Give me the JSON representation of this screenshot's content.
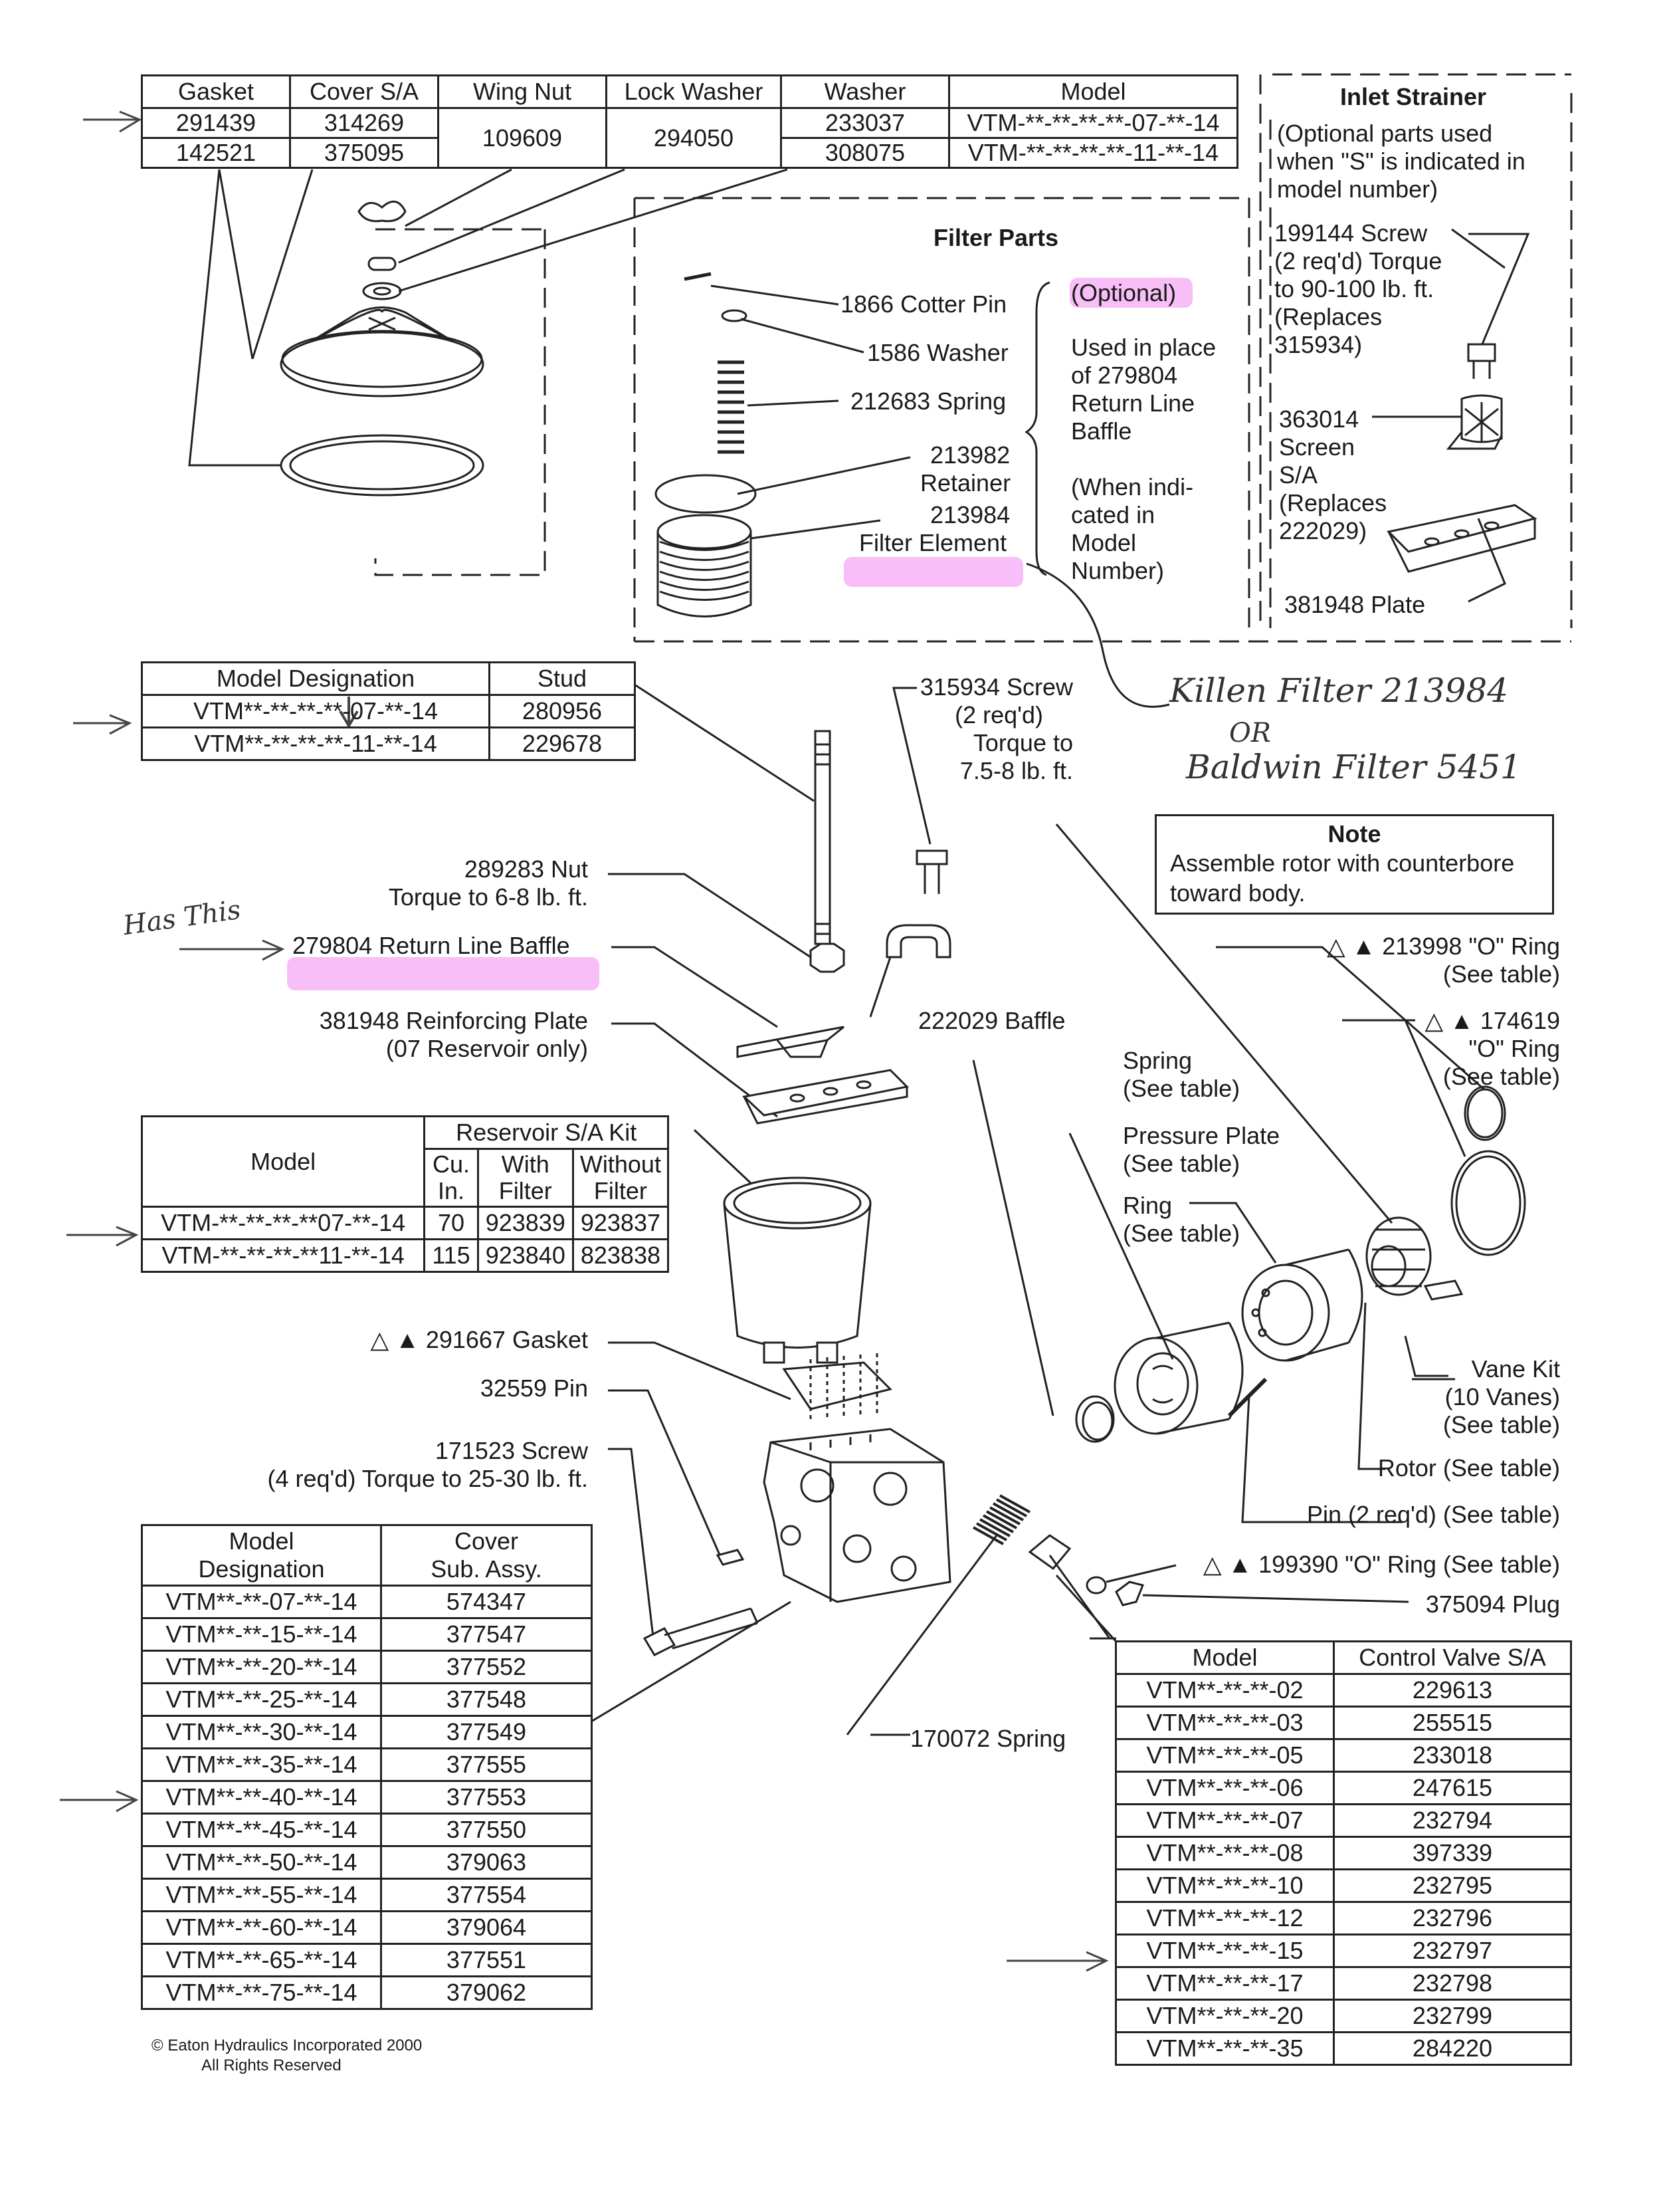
{
  "top_table": {
    "headers": [
      "Gasket",
      "Cover S/A",
      "Wing Nut",
      "Lock Washer",
      "Washer",
      "Model"
    ],
    "rows": [
      [
        "291439",
        "314269",
        "109609",
        "294050",
        "233037",
        "VTM-**-**-**-**-07-**-14"
      ],
      [
        "142521",
        "375095",
        "",
        "",
        "308075",
        "VTM-**-**-**-**-11-**-14"
      ]
    ]
  },
  "inlet_strainer": {
    "title": "Inlet Strainer",
    "note": [
      "(Optional parts used",
      "when \"S\" is indicated in",
      "model number)"
    ],
    "screw": [
      "199144 Screw",
      "(2 req'd) Torque",
      "to 90-100 lb. ft.",
      "(Replaces",
      "315934)"
    ],
    "screen": [
      "363014",
      "Screen",
      "S/A",
      "(Replaces",
      "222029)"
    ],
    "plate": "381948 Plate"
  },
  "filter_parts": {
    "title": "Filter Parts",
    "items": [
      "1866 Cotter Pin",
      "1586 Washer",
      "212683 Spring",
      "213982",
      "Retainer",
      "213984",
      "Filter Element"
    ],
    "optional": "(Optional)",
    "used_in_place": [
      "Used in place",
      "of 279804",
      "Return Line",
      "Baffle"
    ],
    "when_indicated": [
      "(When indi-",
      "cated in",
      "Model",
      "Number)"
    ]
  },
  "handwriting": {
    "filter_note_1": "Killen Filter 213984",
    "filter_note_2": "OR",
    "filter_note_3": "Baldwin Filter 5451",
    "baffle_note": "Has This"
  },
  "stud_table": {
    "headers": [
      "Model Designation",
      "Stud"
    ],
    "rows": [
      [
        "VTM**-**-**-**-07-**-14",
        "280956"
      ],
      [
        "VTM**-**-**-**-11-**-14",
        "229678"
      ]
    ]
  },
  "labels": {
    "screw_315934": [
      "315934 Screw",
      "(2 req'd)",
      "Torque to",
      "7.5-8 lb. ft."
    ],
    "nut": [
      "289283 Nut",
      "Torque to 6-8 lb. ft."
    ],
    "baffle_return": "279804 Return Line Baffle",
    "reinforcing_plate": [
      "381948 Reinforcing Plate",
      "(07 Reservoir only)"
    ],
    "baffle_222029": "222029 Baffle",
    "spring": [
      "Spring",
      "(See table)"
    ],
    "pressure_plate": [
      "Pressure Plate",
      "(See table)"
    ],
    "ring": [
      "Ring",
      "(See table)"
    ],
    "oring_213998": [
      "△ ▲ 213998 \"O\" Ring",
      "(See table)"
    ],
    "oring_174619": [
      "△ ▲ 174619",
      "\"O\" Ring",
      "(See table)"
    ],
    "vane_kit": [
      "Vane Kit",
      "(10 Vanes)",
      "(See table)"
    ],
    "rotor": "Rotor (See table)",
    "pin": "Pin (2 req'd) (See table)",
    "oring_199390": "△ ▲ 199390 \"O\" Ring (See table)",
    "plug": "375094 Plug",
    "gasket": "△ ▲ 291667 Gasket",
    "pin_32559": "32559 Pin",
    "screw_171523": [
      "171523 Screw",
      "(4 req'd) Torque to 25-30 lb. ft."
    ],
    "spring_170072": "170072 Spring"
  },
  "note": {
    "title": "Note",
    "lines": [
      "Assemble rotor with counterbore",
      "toward body."
    ]
  },
  "reservoir_table": {
    "header_model": "Model",
    "header_kit": "Reservoir S/A Kit",
    "sub_headers": [
      [
        "Cu.",
        "In."
      ],
      [
        "With",
        "Filter"
      ],
      [
        "Without",
        "Filter"
      ]
    ],
    "rows": [
      [
        "VTM-**-**-**-**07-**-14",
        "70",
        "923839",
        "923837"
      ],
      [
        "VTM-**-**-**-**11-**-14",
        "115",
        "923840",
        "823838"
      ]
    ]
  },
  "cover_table": {
    "headers": [
      [
        "Model",
        "Designation"
      ],
      [
        "Cover",
        "Sub. Assy."
      ]
    ],
    "rows": [
      [
        "VTM**-**-07-**-14",
        "574347"
      ],
      [
        "VTM**-**-15-**-14",
        "377547"
      ],
      [
        "VTM**-**-20-**-14",
        "377552"
      ],
      [
        "VTM**-**-25-**-14",
        "377548"
      ],
      [
        "VTM**-**-30-**-14",
        "377549"
      ],
      [
        "VTM**-**-35-**-14",
        "377555"
      ],
      [
        "VTM**-**-40-**-14",
        "377553"
      ],
      [
        "VTM**-**-45-**-14",
        "377550"
      ],
      [
        "VTM**-**-50-**-14",
        "379063"
      ],
      [
        "VTM**-**-55-**-14",
        "377554"
      ],
      [
        "VTM**-**-60-**-14",
        "379064"
      ],
      [
        "VTM**-**-65-**-14",
        "377551"
      ],
      [
        "VTM**-**-75-**-14",
        "379062"
      ]
    ]
  },
  "control_table": {
    "headers": [
      "Model",
      "Control Valve S/A"
    ],
    "rows": [
      [
        "VTM**-**-**-02",
        "229613"
      ],
      [
        "VTM**-**-**-03",
        "255515"
      ],
      [
        "VTM**-**-**-05",
        "233018"
      ],
      [
        "VTM**-**-**-06",
        "247615"
      ],
      [
        "VTM**-**-**-07",
        "232794"
      ],
      [
        "VTM**-**-**-08",
        "397339"
      ],
      [
        "VTM**-**-**-10",
        "232795"
      ],
      [
        "VTM**-**-**-12",
        "232796"
      ],
      [
        "VTM**-**-**-15",
        "232797"
      ],
      [
        "VTM**-**-**-17",
        "232798"
      ],
      [
        "VTM**-**-**-20",
        "232799"
      ],
      [
        "VTM**-**-**-35",
        "284220"
      ]
    ]
  },
  "copyright": [
    "Eaton Hydraulics Incorporated 2000",
    "All Rights Reserved"
  ],
  "colors": {
    "highlight": "#f4a8f4",
    "ink": "#1a1a1a"
  }
}
